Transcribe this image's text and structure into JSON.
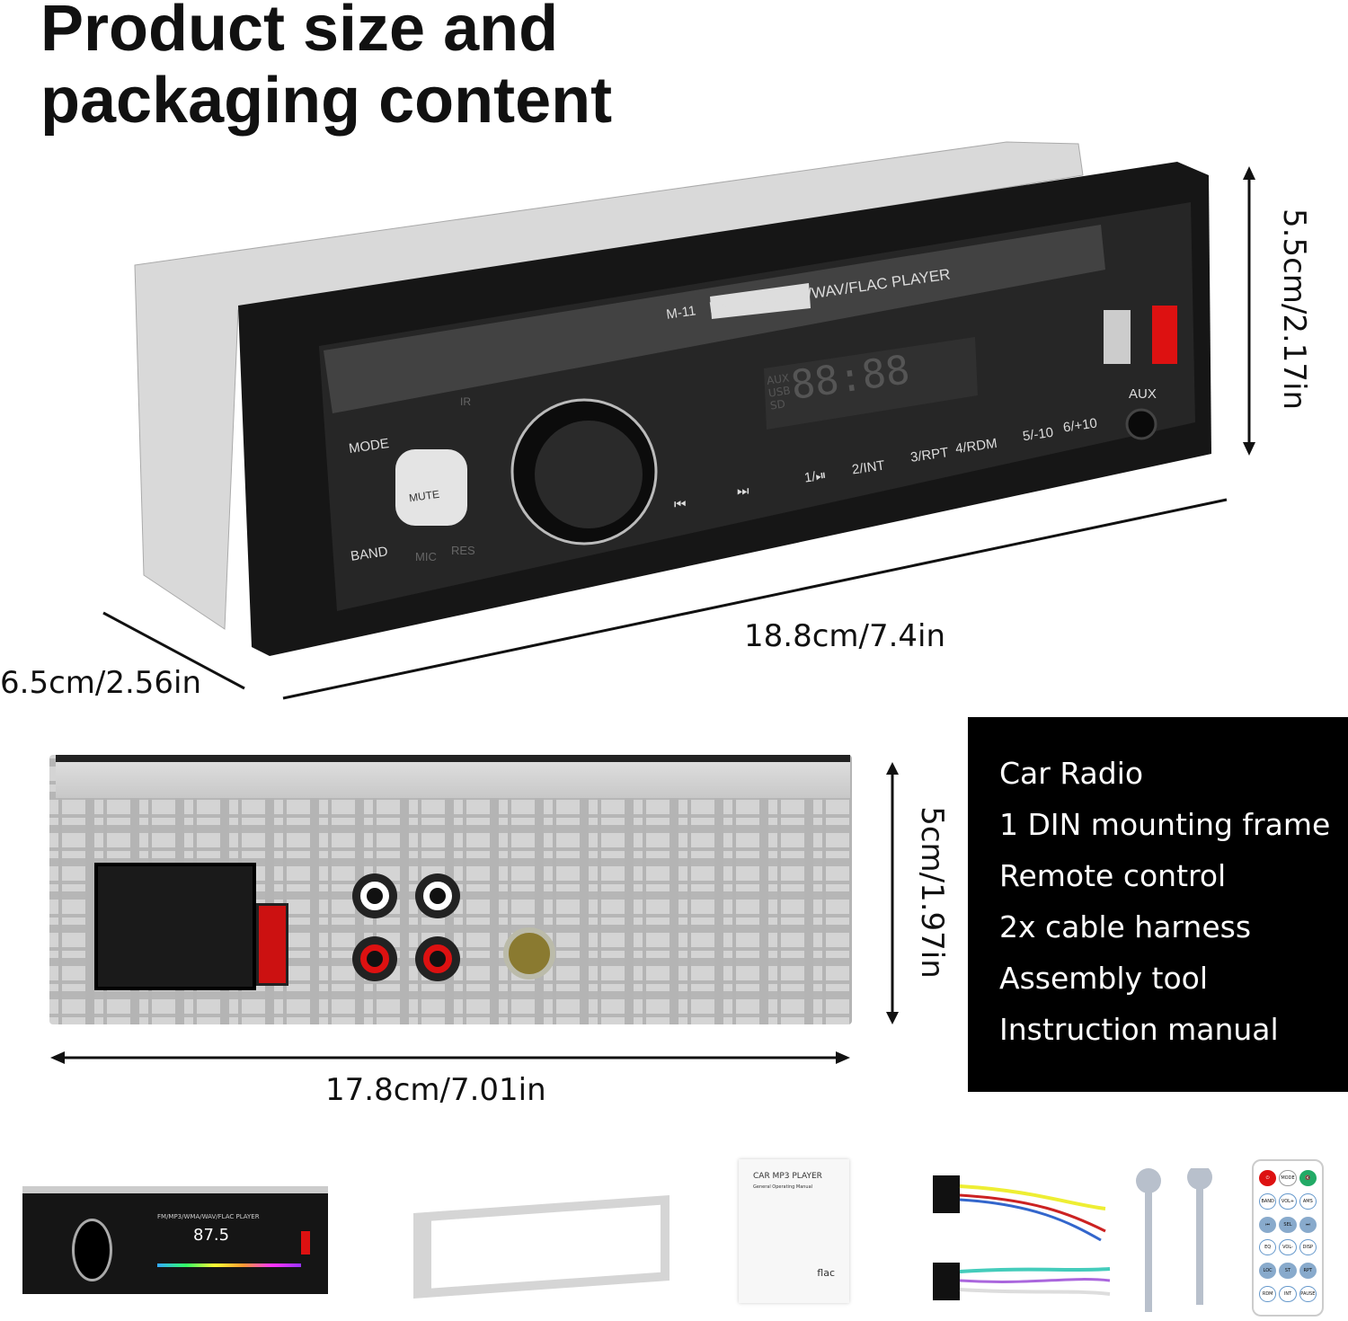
{
  "title": {
    "line1": "Product size and",
    "line2": "packaging content"
  },
  "dimensions": {
    "height_front": "5.5cm/2.17in",
    "width_front": "18.8cm/7.4in",
    "depth": "6.5cm/2.56in",
    "height_back": "5cm/1.97in",
    "width_back": "17.8cm/7.01in"
  },
  "front_panel": {
    "model": "M-11",
    "formats": "FM/MP3/WMA/WAV/FLAC PLAYER",
    "mode": "MODE",
    "mute": "MUTE",
    "band": "BAND",
    "mic": "MIC",
    "res": "RES",
    "ir": "IR",
    "aux": "AUX",
    "display": "88:88",
    "display_sources": [
      "AUX",
      "USB",
      "SD"
    ],
    "buttons": [
      "⏮",
      "⏭",
      "1/⏯",
      "2/INT",
      "3/RPT",
      "4/RDM",
      "5/-10",
      "6/+10"
    ]
  },
  "package_contents": [
    "Car Radio",
    "1 DIN mounting frame",
    "Remote control",
    "2x cable harness",
    "Assembly tool",
    "Instruction manual"
  ],
  "thumbnails": {
    "radio_display": "87.5",
    "radio_label": "FM/MP3/WMA/WAV/FLAC PLAYER",
    "manual_title": "CAR MP3 PLAYER",
    "manual_subtitle": "General Operating Manual",
    "manual_flac": "flac",
    "remote_buttons": [
      "⏻",
      "MODE",
      "🔇",
      "BAND",
      "VOL+",
      "AMS",
      "⏮",
      "SEL",
      "⏭",
      "EQ",
      "VOL-",
      "DISP",
      "LOC",
      "ST",
      "RPT",
      "RDM",
      "INT",
      "PAUSE"
    ]
  },
  "colors": {
    "accent_red": "#d11",
    "panel": "#1c1c1c"
  }
}
